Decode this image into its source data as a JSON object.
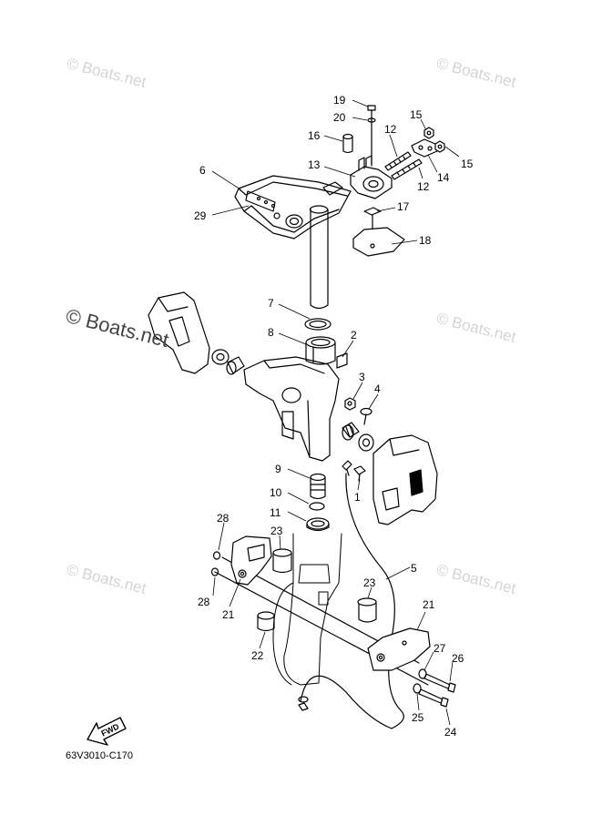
{
  "watermarks": {
    "w1": "© Boats.net",
    "w2": "© Boats.net",
    "w3": "© Boats.net",
    "w4": "© Boats.net",
    "w5": "© Boats.net",
    "w6": "© Boats.net"
  },
  "fwd_label": "FWD",
  "diagram_code": "63V3010-C170",
  "callouts": [
    "19",
    "20",
    "16",
    "12",
    "15",
    "15",
    "14",
    "12",
    "13",
    "6",
    "29",
    "17",
    "18",
    "7",
    "8",
    "2",
    "3",
    "4",
    "9",
    "10",
    "11",
    "1",
    "5",
    "28",
    "23",
    "23",
    "21",
    "28",
    "21",
    "22",
    "27",
    "26",
    "25",
    "24"
  ]
}
